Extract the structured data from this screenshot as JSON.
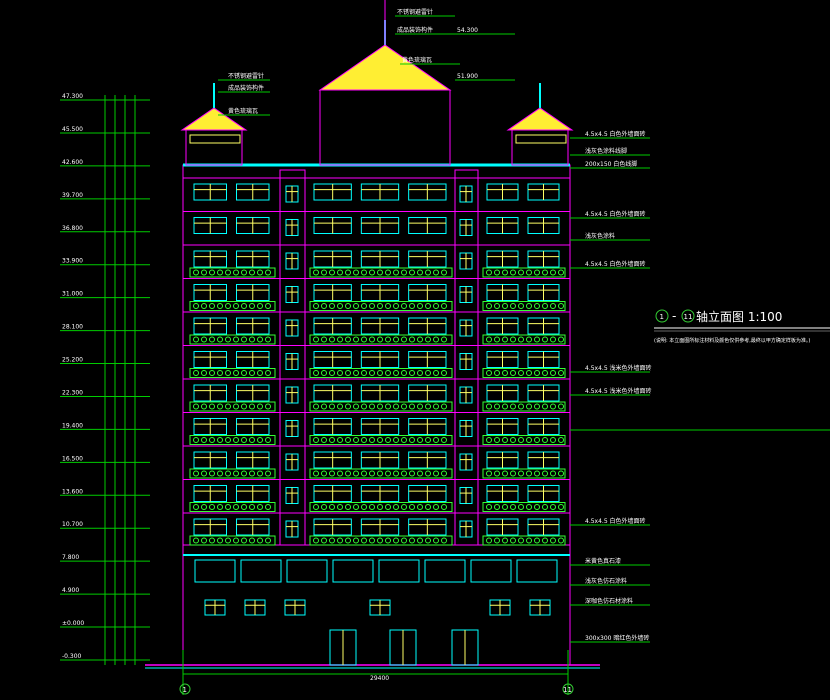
{
  "drawing": {
    "title": "①-⑪轴立面图 1:100",
    "title_axis_start": "1",
    "title_axis_end": "11",
    "title_text": "轴立面图 1:100",
    "note": "(说明: 本立面图所标注材料及颜色仅供参考,最终以甲方确定样板为准。)",
    "overall_dimension": "29400",
    "axis_left": "1",
    "axis_right": "11",
    "floors": 11,
    "colors": {
      "outline": "#ff00ff",
      "window": "#00ffff",
      "frame": "#ffff66",
      "leader": "#00cc00",
      "roof": "#ffee33",
      "balcony": "#33ff33"
    }
  },
  "annotations": {
    "top": [
      "不锈钢避雷针",
      "成品装饰构件",
      "黄色琉璃瓦",
      "54.300",
      "51.900"
    ],
    "left_tower": [
      "不锈钢避雷针",
      "成品装饰构件",
      "黄色琉璃瓦"
    ],
    "right": [
      "4.5x4.5 白色外墙面砖",
      "浅灰色涂料线脚",
      "200x150 白色线脚",
      "4.5x4.5 白色外墙面砖",
      "浅灰色涂料",
      "4.5x4.5 白色外墙面砖",
      "4.5x4.5 浅米色外墙面砖",
      "4.5x4.5 浅米色外墙面砖",
      "4.5x4.5 白色外墙面砖",
      "米黄色真石漆",
      "浅灰色仿石涂料",
      "深咖色仿石材涂料",
      "300x300 暗红色外墙砖"
    ]
  },
  "elevations": [
    "47.300",
    "45.500",
    "42.600",
    "39.700",
    "36.800",
    "33.900",
    "31.000",
    "28.100",
    "25.200",
    "22.300",
    "19.400",
    "16.500",
    "13.600",
    "10.700",
    "7.800",
    "4.900",
    "±0.000",
    "-0.300"
  ]
}
